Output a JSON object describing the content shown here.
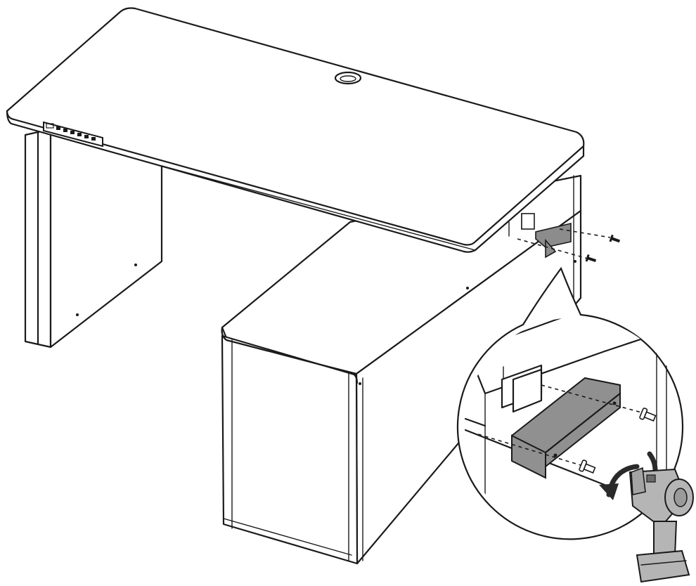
{
  "illustration": {
    "parts": [
      "desk-top",
      "desk-leg-panel",
      "control-panel",
      "cable-grommet",
      "cabinet",
      "l-bracket",
      "screws",
      "power-drill",
      "detail-callout"
    ]
  },
  "colors": {
    "line": "#1a1a1a",
    "bracket": "#8c8c8c",
    "bracket_detail": "#909090",
    "drill": "#b5b5b5",
    "arrow": "#2a2a2a",
    "background": "#ffffff"
  }
}
